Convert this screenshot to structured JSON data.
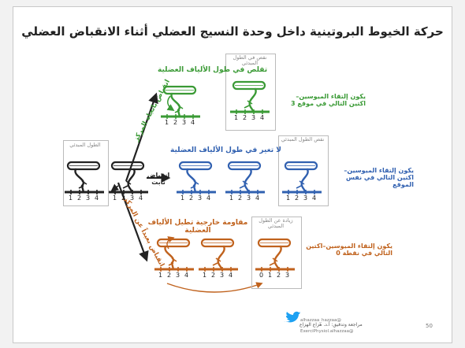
{
  "slide": {
    "title": "حركة الخيوط البروتينية داخل وحدة النسيج العضلي أثناء الانقباض العضلي",
    "page_number": "50"
  },
  "labels": {
    "initial_length": "الطول المبدئي",
    "green_title": "تقلص في طول الألياف العضلية",
    "green_box": "نقص في الطول المبدئي",
    "green_side": "يكون إلتقاء الميوسين–اكتين التالي في موقع 3",
    "green_arrow": "انقباض باتجاه المركز",
    "fixed_contraction": "انقباض ثابت",
    "blue_title": "لا تغير في طول الألياف العضلية",
    "blue_box": "نقص الطول المبدئي",
    "blue_side": "يكون إلتقاء الميوسين–اكتين التالي في نفس الموقع",
    "orange_title": "مقاومة خارجية تطيل الألياف العضلية",
    "orange_box": "زيادة عن الطول المبدئي",
    "orange_side": "يكون إلتقاء الميوسين–اكتين التالي في نقطة 0",
    "orange_arrow": "انقباض بعيداً عن المركز"
  },
  "ticks": {
    "g1": [
      "1",
      "2",
      "3",
      "4"
    ],
    "g2": [
      "1",
      "2",
      "3",
      "4"
    ],
    "k1": [
      "1",
      "2",
      "3",
      "4"
    ],
    "k2": [
      "1",
      "2",
      "3",
      "4"
    ],
    "b1": [
      "1",
      "2",
      "3",
      "4"
    ],
    "b2": [
      "1",
      "2",
      "3",
      "4"
    ],
    "b3": [
      "1",
      "2",
      "3",
      "4"
    ],
    "o1": [
      "1",
      "2",
      "3",
      "4"
    ],
    "o2": [
      "1",
      "2",
      "3",
      "4"
    ],
    "o3": [
      "0",
      "1",
      "2",
      "3"
    ]
  },
  "footer": {
    "credit": "مراجعة وتدقيق: أ.د. هزاع الهزاع",
    "twitter": "@alhazzaa_hazzaa",
    "handle": "@ExerciPhysiol.alhazzaa"
  },
  "colors": {
    "green": "#3a9a35",
    "blue": "#3060b0",
    "orange": "#c0621d",
    "black": "#222222"
  }
}
